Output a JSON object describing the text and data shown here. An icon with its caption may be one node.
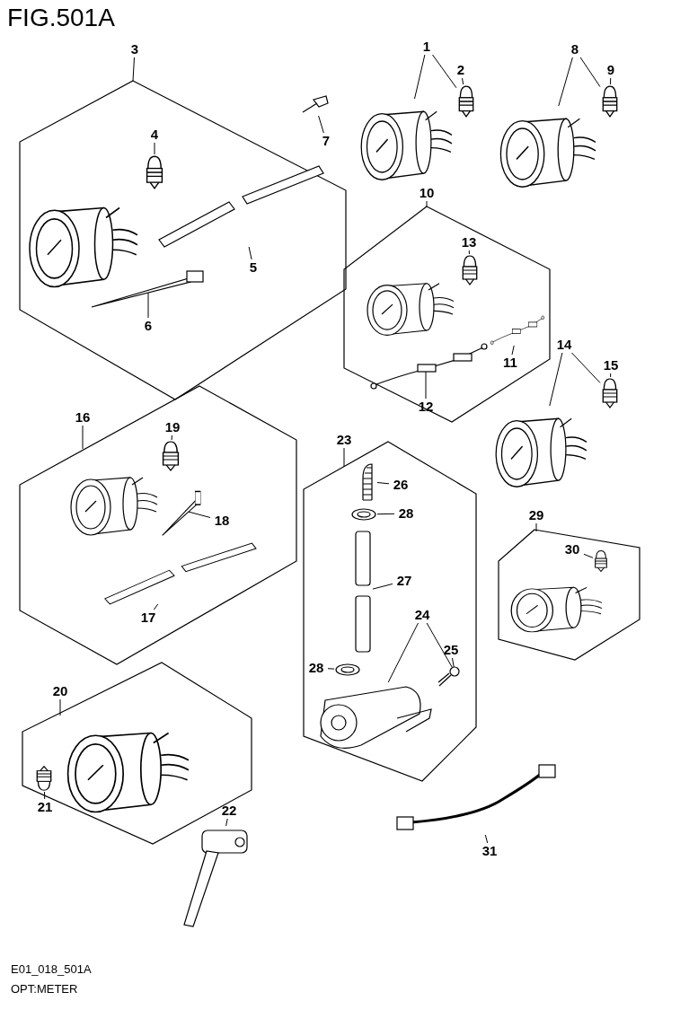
{
  "diagram": {
    "title": "FIG.501A",
    "nodes": [
      {
        "text": [
          "3"
        ]
      },
      {
        "text": [],
        "shape": "box"
      },
      {
        "text": [],
        "shape": "picture",
        "in": 1
      },
      {
        "text": [
          "4"
        ],
        "in": 1
      },
      {
        "text": [],
        "shape": "picture",
        "in": 1
      },
      {
        "text": [
          "7"
        ],
        "in": 1
      },
      {
        "text": [],
        "shape": "picture",
        "in": 1
      },
      {
        "text": [
          "5"
        ],
        "in": 1
      },
      {
        "text": [],
        "shape": "picture",
        "in": 1
      },
      {
        "text": [
          "6"
        ],
        "in": 1
      },
      {
        "text": [],
        "shape": "picture",
        "in": 1
      },
      {
        "text": [
          "1"
        ]
      },
      {
        "text": [],
        "shape": "picture"
      },
      {
        "text": [
          "2"
        ]
      },
      {
        "text": [],
        "shape": "picture"
      },
      {
        "text": [
          "8"
        ]
      },
      {
        "text": [],
        "shape": "picture"
      },
      {
        "text": [
          "9"
        ]
      },
      {
        "text": [],
        "shape": "picture"
      },
      {
        "text": [
          "10"
        ]
      },
      {
        "text": [],
        "shape": "box"
      },
      {
        "text": [],
        "shape": "picture",
        "in": 20
      },
      {
        "text": [
          "13"
        ],
        "in": 20
      },
      {
        "text": [],
        "shape": "picture",
        "in": 20
      },
      {
        "text": [
          "11"
        ],
        "in": 20
      },
      {
        "text": [],
        "shape": "picture",
        "in": 20
      },
      {
        "text": [
          "12"
        ],
        "in": 20
      },
      {
        "text": [],
        "shape": "picture",
        "in": 20
      },
      {
        "text": [
          "14"
        ]
      },
      {
        "text": [],
        "shape": "picture"
      },
      {
        "text": [
          "15"
        ]
      },
      {
        "text": [],
        "shape": "picture"
      },
      {
        "text": [
          "16"
        ]
      },
      {
        "text": [],
        "shape": "box"
      },
      {
        "text": [],
        "shape": "picture",
        "in": 33
      },
      {
        "text": [
          "19"
        ],
        "in": 33
      },
      {
        "text": [],
        "shape": "picture",
        "in": 33
      },
      {
        "text": [
          "18"
        ],
        "in": 33
      },
      {
        "text": [],
        "shape": "picture",
        "in": 33
      },
      {
        "text": [
          "17"
        ],
        "in": 33
      },
      {
        "text": [],
        "shape": "picture",
        "in": 33
      },
      {
        "text": [
          "23"
        ]
      },
      {
        "text": [],
        "shape": "box"
      },
      {
        "text": [
          "26"
        ],
        "in": 42
      },
      {
        "text": [],
        "shape": "picture",
        "in": 42
      },
      {
        "text": [
          "28"
        ],
        "in": 42
      },
      {
        "text": [],
        "shape": "picture",
        "in": 42
      },
      {
        "text": [
          "27"
        ],
        "in": 42
      },
      {
        "text": [],
        "shape": "picture",
        "in": 42
      },
      {
        "text": [
          "24"
        ],
        "in": 42
      },
      {
        "text": [],
        "shape": "picture",
        "in": 42
      },
      {
        "text": [
          "25"
        ],
        "in": 42
      },
      {
        "text": [],
        "shape": "picture",
        "in": 42
      },
      {
        "text": [
          "28"
        ],
        "in": 42
      },
      {
        "text": [],
        "shape": "picture",
        "in": 42
      },
      {
        "text": [
          "29"
        ]
      },
      {
        "text": [],
        "shape": "box"
      },
      {
        "text": [
          "30"
        ],
        "in": 56
      },
      {
        "text": [],
        "shape": "picture",
        "in": 56
      },
      {
        "text": [],
        "shape": "picture",
        "in": 56
      },
      {
        "text": [
          "20"
        ]
      },
      {
        "text": [],
        "shape": "box"
      },
      {
        "text": [],
        "shape": "picture",
        "in": 61
      },
      {
        "text": [
          "21"
        ],
        "in": 61
      },
      {
        "text": [],
        "shape": "picture",
        "in": 61
      },
      {
        "text": [
          "22"
        ]
      },
      {
        "text": [],
        "shape": "picture"
      },
      {
        "text": [
          "31"
        ]
      },
      {
        "text": [],
        "shape": "picture"
      }
    ],
    "edges": [
      {
        "from": 0,
        "to": 1,
        "arrow": "none"
      },
      {
        "from": 3,
        "to": 4,
        "arrow": "none"
      },
      {
        "from": 5,
        "to": 6,
        "arrow": "none"
      },
      {
        "from": 7,
        "to": 8,
        "arrow": "none"
      },
      {
        "from": 9,
        "to": 10,
        "arrow": "none"
      },
      {
        "from": 11,
        "to": 12,
        "arrow": "none"
      },
      {
        "from": 11,
        "to": 14,
        "arrow": "none"
      },
      {
        "from": 13,
        "to": 14,
        "arrow": "none"
      },
      {
        "from": 15,
        "to": 16,
        "arrow": "none"
      },
      {
        "from": 15,
        "to": 18,
        "arrow": "none"
      },
      {
        "from": 17,
        "to": 18,
        "arrow": "none"
      },
      {
        "from": 19,
        "to": 20,
        "arrow": "none"
      },
      {
        "from": 22,
        "to": 23,
        "arrow": "none"
      },
      {
        "from": 24,
        "to": 25,
        "arrow": "none"
      },
      {
        "from": 26,
        "to": 27,
        "arrow": "none"
      },
      {
        "from": 28,
        "to": 29,
        "arrow": "none"
      },
      {
        "from": 28,
        "to": 31,
        "arrow": "none"
      },
      {
        "from": 30,
        "to": 31,
        "arrow": "none"
      },
      {
        "from": 32,
        "to": 33,
        "arrow": "none"
      },
      {
        "from": 35,
        "to": 36,
        "arrow": "none"
      },
      {
        "from": 37,
        "to": 38,
        "arrow": "none"
      },
      {
        "from": 39,
        "to": 40,
        "arrow": "none"
      },
      {
        "from": 41,
        "to": 42,
        "arrow": "none"
      },
      {
        "from": 43,
        "to": 44,
        "arrow": "none"
      },
      {
        "from": 45,
        "to": 46,
        "arrow": "none"
      },
      {
        "from": 47,
        "to": 48,
        "arrow": "none"
      },
      {
        "from": 49,
        "to": 50,
        "arrow": "none"
      },
      {
        "from": 49,
        "to": 52,
        "arrow": "none"
      },
      {
        "from": 51,
        "to": 52,
        "arrow": "none"
      },
      {
        "from": 53,
        "to": 54,
        "arrow": "none"
      },
      {
        "from": 55,
        "to": 56,
        "arrow": "none"
      },
      {
        "from": 57,
        "to": 58,
        "arrow": "none"
      },
      {
        "from": 60,
        "to": 61,
        "arrow": "none"
      },
      {
        "from": 63,
        "to": 64,
        "arrow": "none"
      },
      {
        "from": 65,
        "to": 66,
        "arrow": "none"
      },
      {
        "from": 67,
        "to": 68,
        "arrow": "none"
      }
    ],
    "labels": [
      "E01_018_501A",
      "OPT:METER"
    ]
  }
}
